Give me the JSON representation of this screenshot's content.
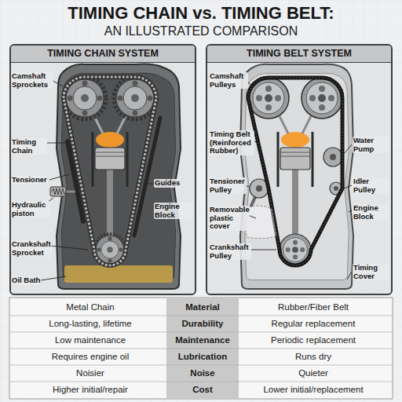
{
  "diagram": {
    "title": "TIMING CHAIN vs. TIMING BELT:",
    "nodes": [
      {
        "text": [
          "TIMING CHAIN SYSTEM"
        ]
      },
      {
        "text": [
          "TIMING BELT SYSTEM"
        ]
      }
    ],
    "labels": [
      "AN ILLUSTRATED COMPARISON",
      "Camshaft Sprockets",
      "Timing Chain",
      "Tensioner",
      "Hydraulic piston",
      "Crankshaft Sprocket",
      "Oil Bath",
      "Guides",
      "Engine Block",
      "Camshaft Pulleys",
      "Timing Belt (Reinforced Rubber)",
      "Tensioner Pulley",
      "Removable plastic cover",
      "Crankshaft Pulley",
      "Water Pump",
      "Idler Pulley",
      "Engine Block",
      "Timing Cover",
      "Metal Chain",
      "Material",
      "Rubber/Fiber Belt",
      "Long-lasting, lifetime",
      "Durability",
      "Regular replacement",
      "Low maintenance",
      "Maintenance",
      "Periodic replacement",
      "Requires engine oil",
      "Lubrication",
      "Runs dry",
      "Noisier",
      "Noise",
      "Quieter",
      "Higher initial/repair",
      "Cost",
      "Lower initial/replacement"
    ]
  }
}
